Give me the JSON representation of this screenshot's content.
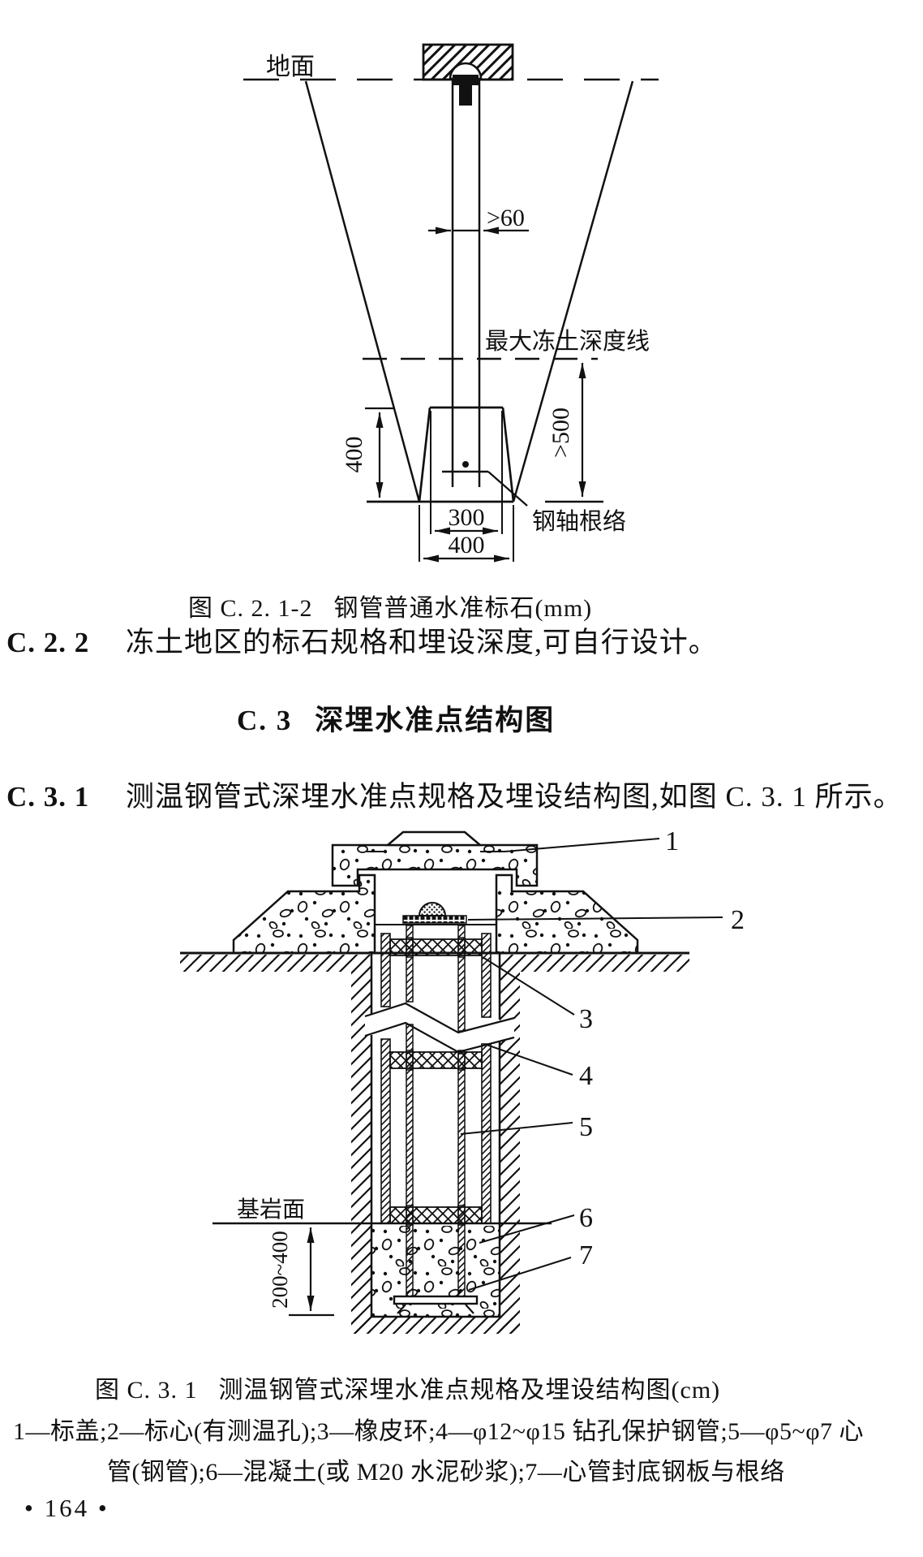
{
  "fig1": {
    "caption_label": "图 C. 2. 1-2",
    "caption_title": "钢管普通水准标石(mm)",
    "labels": {
      "ground": "地面",
      "frost": "最大冻土深度线",
      "anchor": "钢轴根络"
    },
    "dims": {
      "dia": ">60",
      "frost_depth": ">500",
      "height": "400",
      "top_width": "300",
      "bottom_width": "400"
    }
  },
  "clause_c22": {
    "num": "C. 2. 2",
    "text": "冻土地区的标石规格和埋设深度,可自行设计。"
  },
  "heading_c3": {
    "num": "C. 3",
    "title": "深埋水准点结构图"
  },
  "clause_c31": {
    "num": "C. 3. 1",
    "text": "测温钢管式深埋水准点规格及埋设结构图,如图 C. 3. 1 所示。"
  },
  "fig2": {
    "caption_label": "图 C. 3. 1",
    "caption_title": "测温钢管式深埋水准点规格及埋设结构图(cm)",
    "labels": {
      "bedrock": "基岩面",
      "depth": "200~400"
    },
    "callouts": [
      "1",
      "2",
      "3",
      "4",
      "5",
      "6",
      "7"
    ],
    "legend1": "1—标盖;2—标心(有测温孔);3—橡皮环;4—φ12~φ15 钻孔保护钢管;5—φ5~φ7 心",
    "legend2": "管(钢管);6—混凝土(或 M20 水泥砂浆);7—心管封底钢板与根络"
  },
  "footer": {
    "page_num": "• 164 •"
  }
}
